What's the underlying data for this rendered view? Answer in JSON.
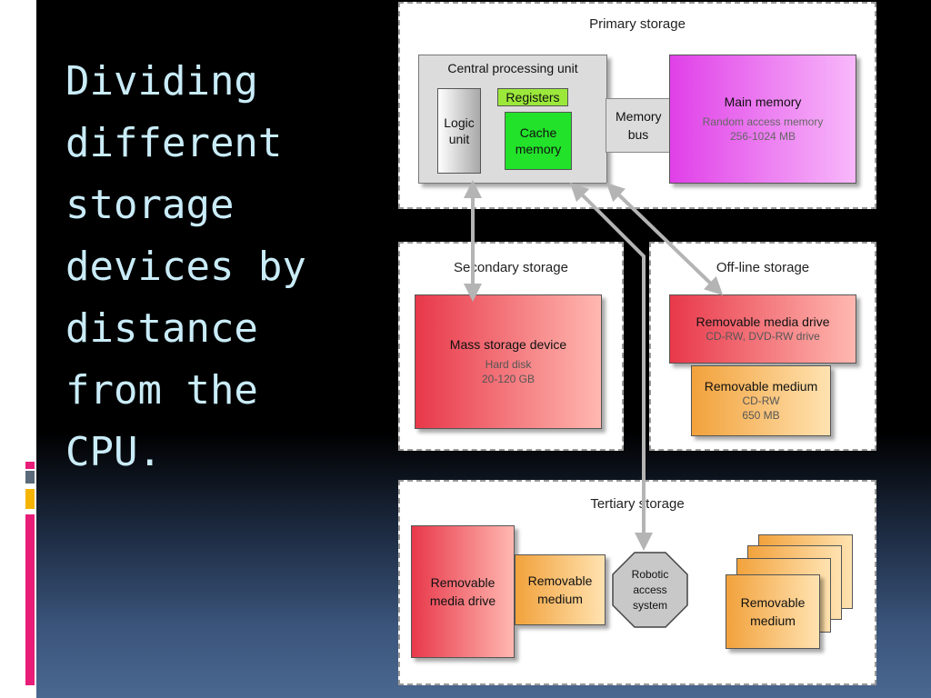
{
  "slide": {
    "title": "Dividing\ndifferent\nstorage\ndevices by\ndistance\nfrom the\nCPU."
  },
  "diagram": {
    "primary": {
      "title": "Primary storage",
      "cpu_title": "Central processing unit",
      "logic_unit": "Logic unit",
      "registers": "Registers",
      "cache": "Cache memory",
      "memory_bus": "Memory bus",
      "main_memory_title": "Main memory",
      "main_memory_sub": "Random access memory",
      "main_memory_size": "256-1024 MB"
    },
    "secondary": {
      "title": "Secondary storage",
      "device_title": "Mass storage device",
      "device_sub": "Hard disk",
      "device_size": "20-120 GB"
    },
    "offline": {
      "title": "Off-line storage",
      "drive_title": "Removable media drive",
      "drive_sub": "CD-RW, DVD-RW drive",
      "medium_title": "Removable medium",
      "medium_sub": "CD-RW",
      "medium_size": "650 MB"
    },
    "tertiary": {
      "title": "Tertiary storage",
      "drive": "Removable media drive",
      "medium": "Removable medium",
      "robotic": "Robotic access system",
      "stack_medium": "Removable medium"
    }
  },
  "colors": {
    "title_text": "#c9ecf8",
    "accent_pink": "#e81d78",
    "accent_yellow": "#f4b400",
    "accent_gray": "#5a6a7a",
    "registers_fill": "#9be83a",
    "cache_fill": "#22e22a",
    "main_memory_fill": "#e040e8",
    "arrow": "#b4b4b4"
  }
}
